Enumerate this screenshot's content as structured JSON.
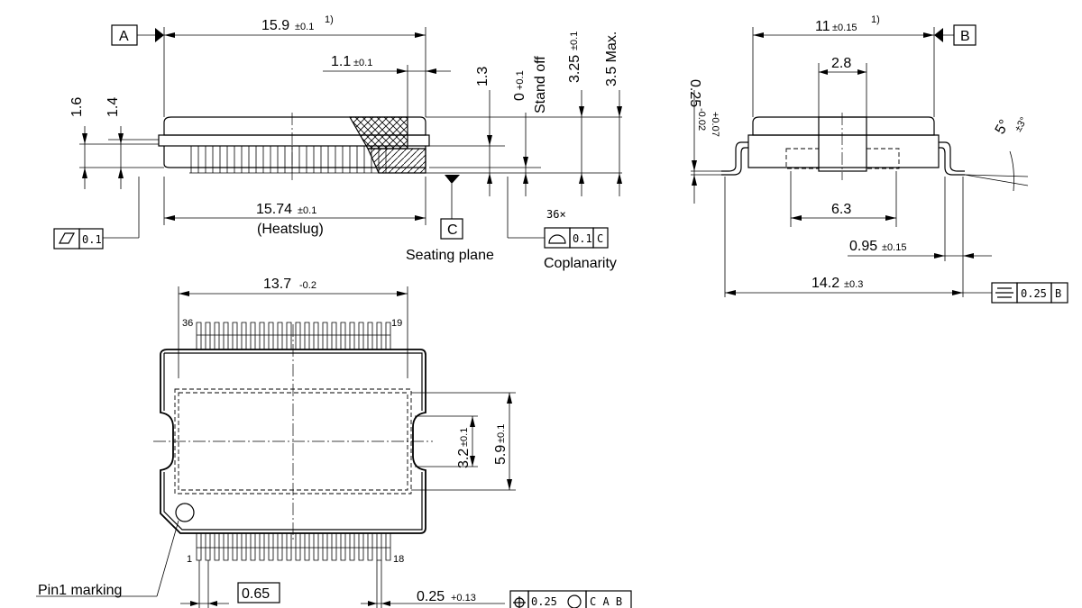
{
  "dims": {
    "overall_length": "15.9",
    "overall_length_tol": "±0.1",
    "overall_length_note": "1)",
    "lead_offset": "1.1",
    "lead_offset_tol": "±0.1",
    "dim_1_3": "1.3",
    "standoff_val": "0",
    "standoff_tol": "+0.1",
    "standoff_label": "Stand off",
    "body_height": "3.25",
    "body_height_tol": "±0.1",
    "max_height": "3.5 Max.",
    "dim_1_6": "1.6",
    "dim_1_4": "1.4",
    "heatslug_len": "15.74",
    "heatslug_tol": "±0.1",
    "heatslug_label": "(Heatslug)",
    "seating_plane": "Seating plane",
    "coplanarity_count": "36×",
    "coplanarity": "Coplanarity",
    "body_width": "11",
    "body_width_tol": "±0.15",
    "body_width_note": "1)",
    "dim_2_8": "2.8",
    "lead_thk": "0.25",
    "lead_thk_tol_plus": "+0.07",
    "lead_thk_tol_minus": "-0.02",
    "angle": "5°",
    "angle_tol": "±3°",
    "dim_6_3": "6.3",
    "foot_len": "0.95",
    "foot_len_tol": "±0.15",
    "span": "14.2",
    "span_tol": "±0.3",
    "slug_top_len": "13.7",
    "slug_top_tol": "-0.2",
    "slug_w1": "3.2",
    "slug_w1_tol": "±0.1",
    "slug_w2": "5.9",
    "slug_w2_tol": "±0.1",
    "pin_36": "36",
    "pin_19": "19",
    "pin_1": "1",
    "pin_18": "18",
    "pin1_marking": "Pin1 marking",
    "pitch": "0.65",
    "lead_width": "0.25",
    "lead_width_tol": "+0.13"
  },
  "datums": {
    "a": "A",
    "b": "B",
    "c": "C"
  },
  "tolerance_frames": {
    "flatness_val": "0.1",
    "coplanarity_val": "0.1",
    "coplanarity_ref": "C",
    "symmetry_val": "0.25",
    "symmetry_ref": "B",
    "position_val": "0.25",
    "position_refs": "C A B"
  }
}
